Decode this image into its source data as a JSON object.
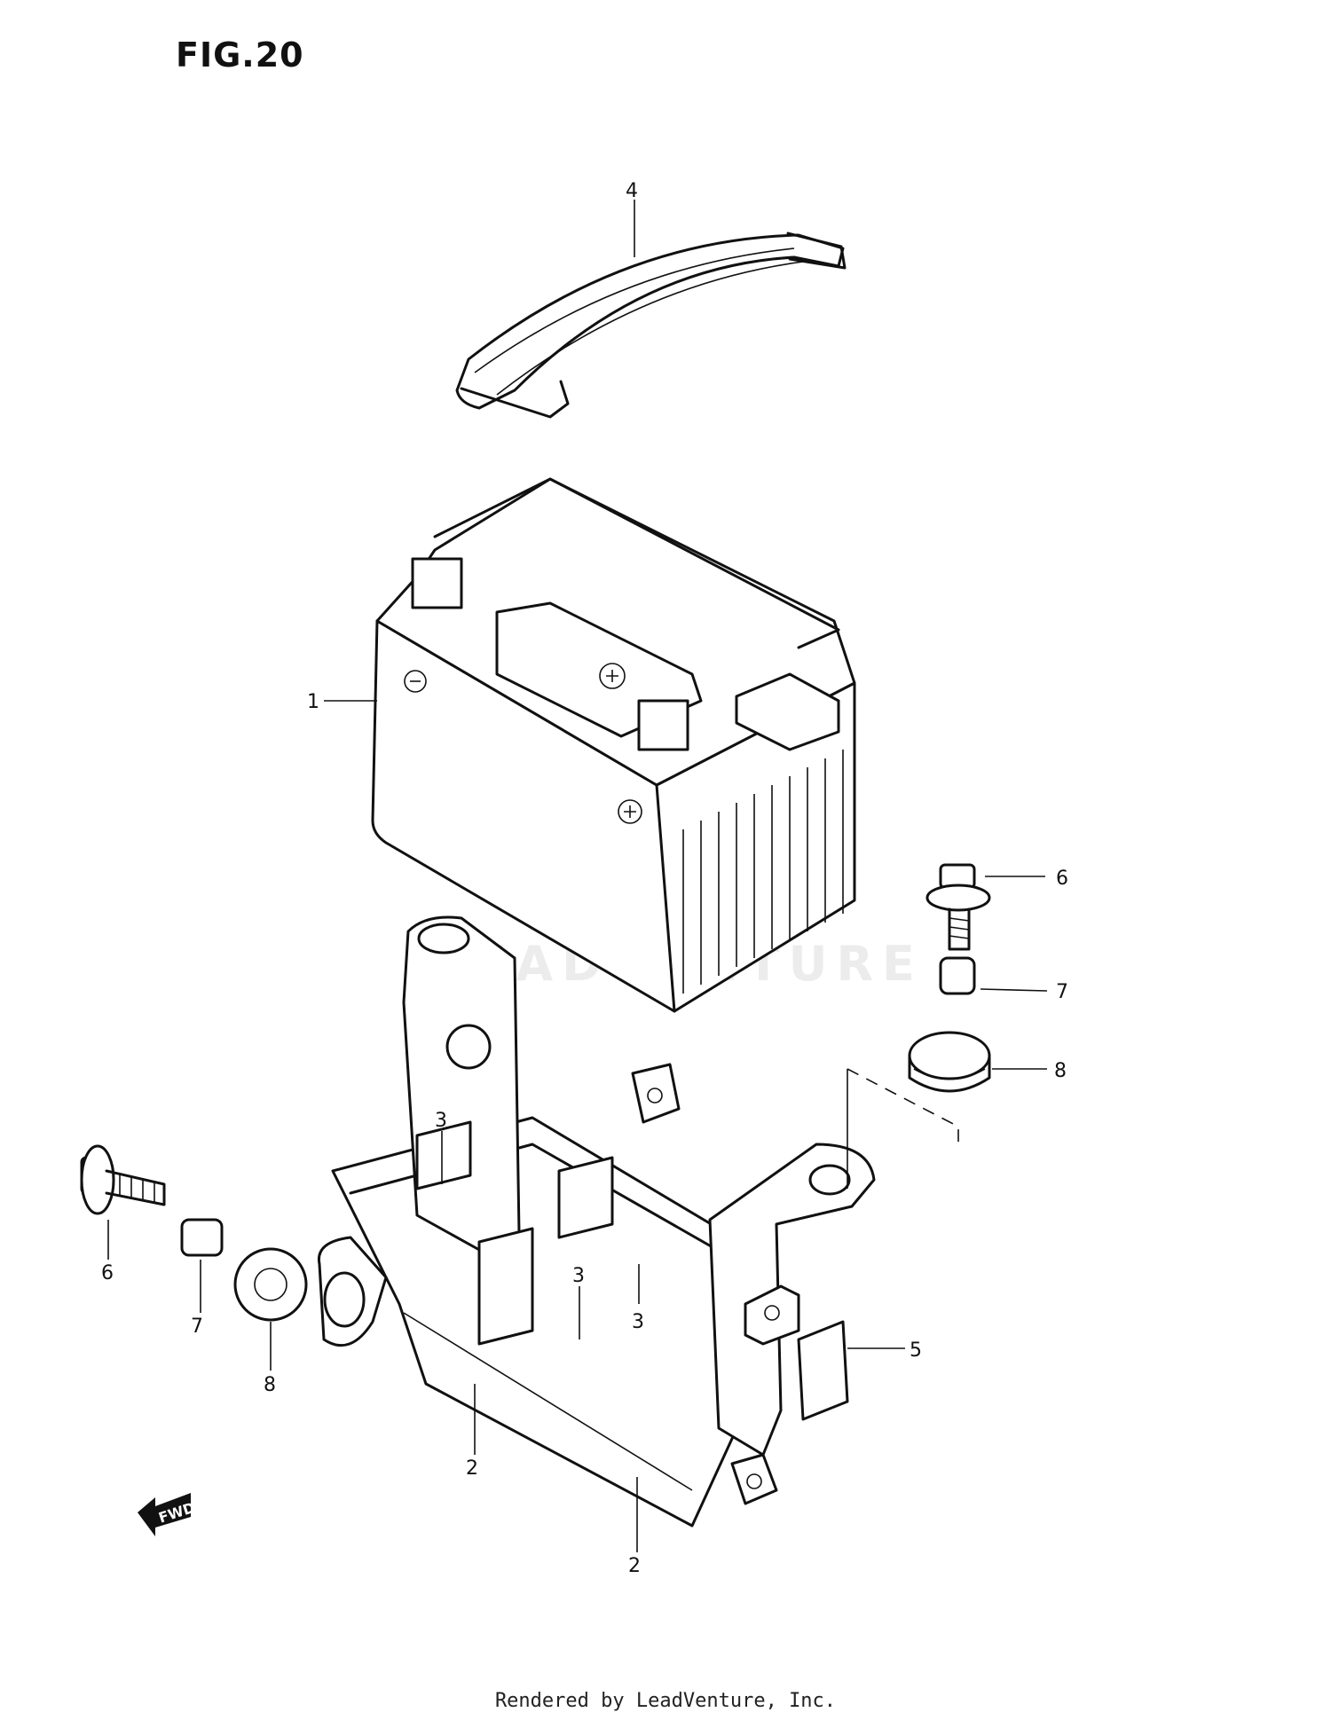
{
  "figure": {
    "title": "FIG.20"
  },
  "watermark": {
    "text": "LEADVENTURE"
  },
  "footer": {
    "text": "Rendered by LeadVenture, Inc."
  },
  "direction_arrow": {
    "label": "FWD"
  },
  "callouts": [
    {
      "id": "c4",
      "label": "4"
    },
    {
      "id": "c1",
      "label": "1"
    },
    {
      "id": "c6r",
      "label": "6"
    },
    {
      "id": "c7r",
      "label": "7"
    },
    {
      "id": "c8r",
      "label": "8"
    },
    {
      "id": "c3a",
      "label": "3"
    },
    {
      "id": "c3b",
      "label": "3"
    },
    {
      "id": "c3c",
      "label": "3"
    },
    {
      "id": "c5",
      "label": "5"
    },
    {
      "id": "c2a",
      "label": "2"
    },
    {
      "id": "c2b",
      "label": "2"
    },
    {
      "id": "c6l",
      "label": "6"
    },
    {
      "id": "c7l",
      "label": "7"
    },
    {
      "id": "c8l",
      "label": "8"
    }
  ]
}
